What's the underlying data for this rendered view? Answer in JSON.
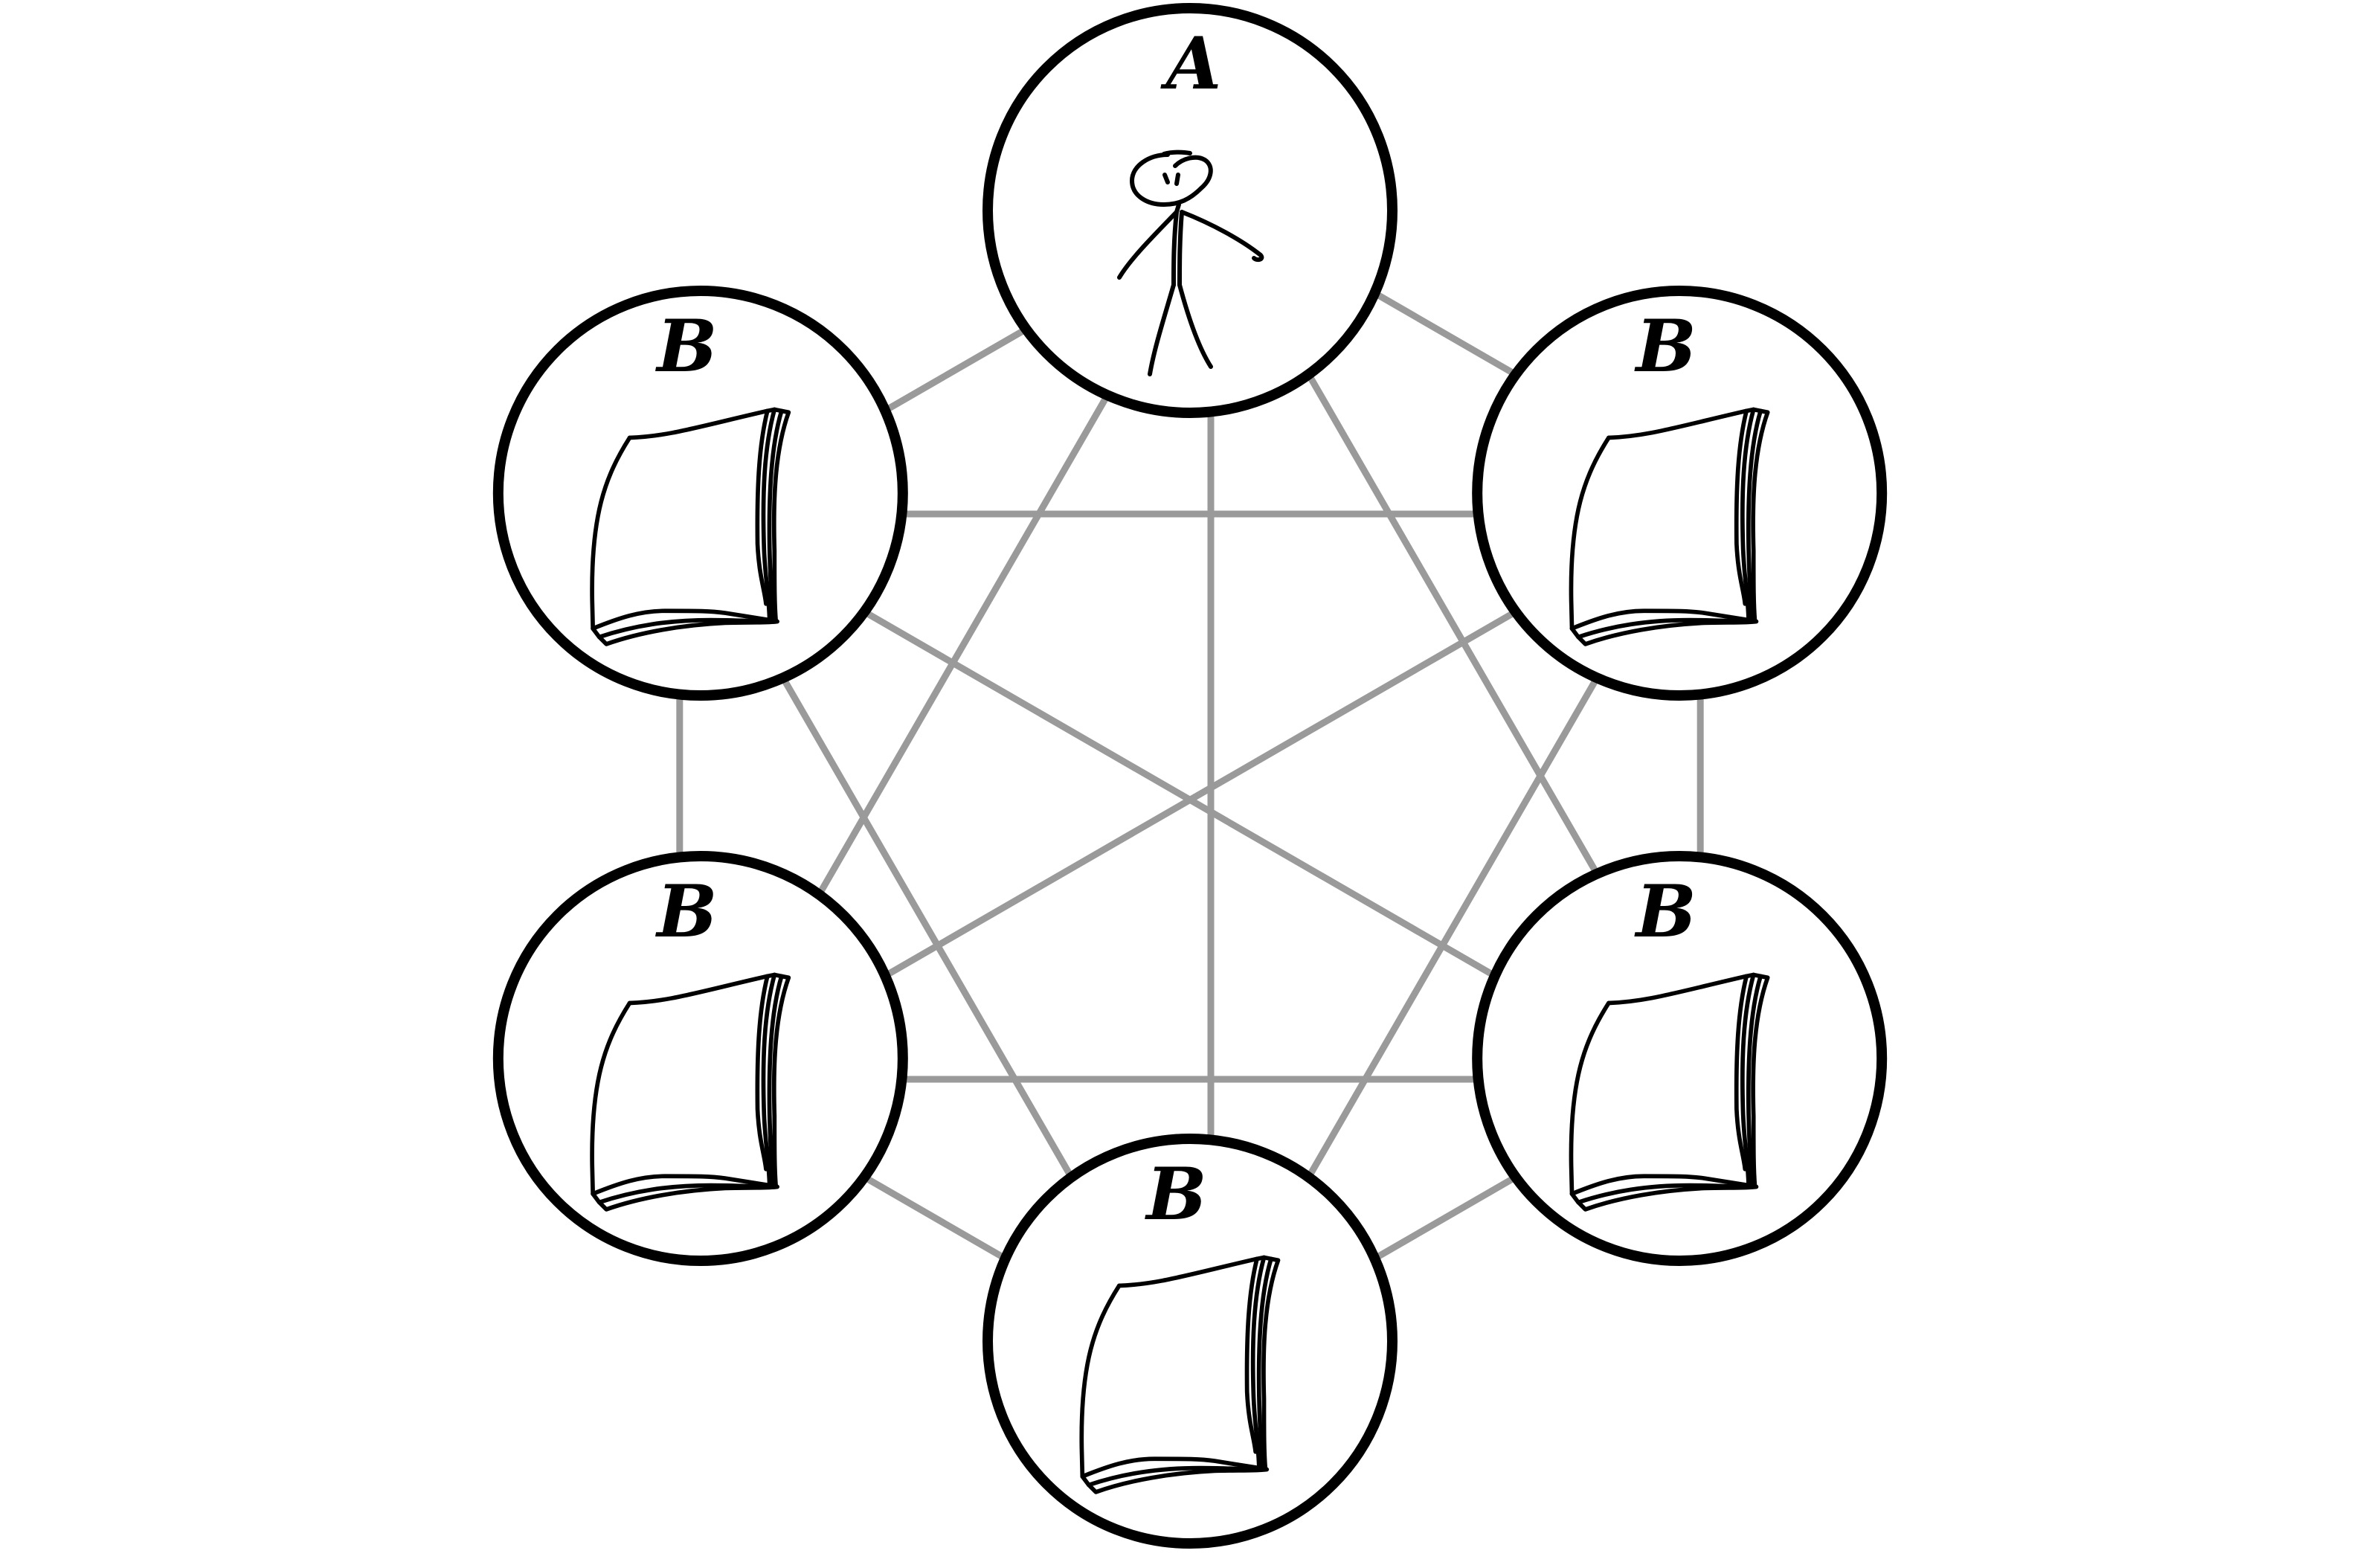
{
  "diagram": {
    "edge_color": "#9a9a9a",
    "node_stroke_color": "#000000",
    "nodes": [
      {
        "label": "A",
        "icon": "stick-figure-icon"
      },
      {
        "label": "B",
        "icon": "paper-stack-icon"
      },
      {
        "label": "B",
        "icon": "paper-stack-icon"
      },
      {
        "label": "B",
        "icon": "paper-stack-icon"
      },
      {
        "label": "B",
        "icon": "paper-stack-icon"
      },
      {
        "label": "B",
        "icon": "paper-stack-icon"
      }
    ],
    "edges": [
      [
        0,
        1
      ],
      [
        0,
        2
      ],
      [
        0,
        3
      ],
      [
        0,
        4
      ],
      [
        0,
        5
      ],
      [
        1,
        2
      ],
      [
        1,
        3
      ],
      [
        1,
        4
      ],
      [
        1,
        5
      ],
      [
        2,
        3
      ],
      [
        2,
        4
      ],
      [
        2,
        5
      ],
      [
        3,
        4
      ],
      [
        3,
        5
      ],
      [
        4,
        5
      ]
    ]
  }
}
